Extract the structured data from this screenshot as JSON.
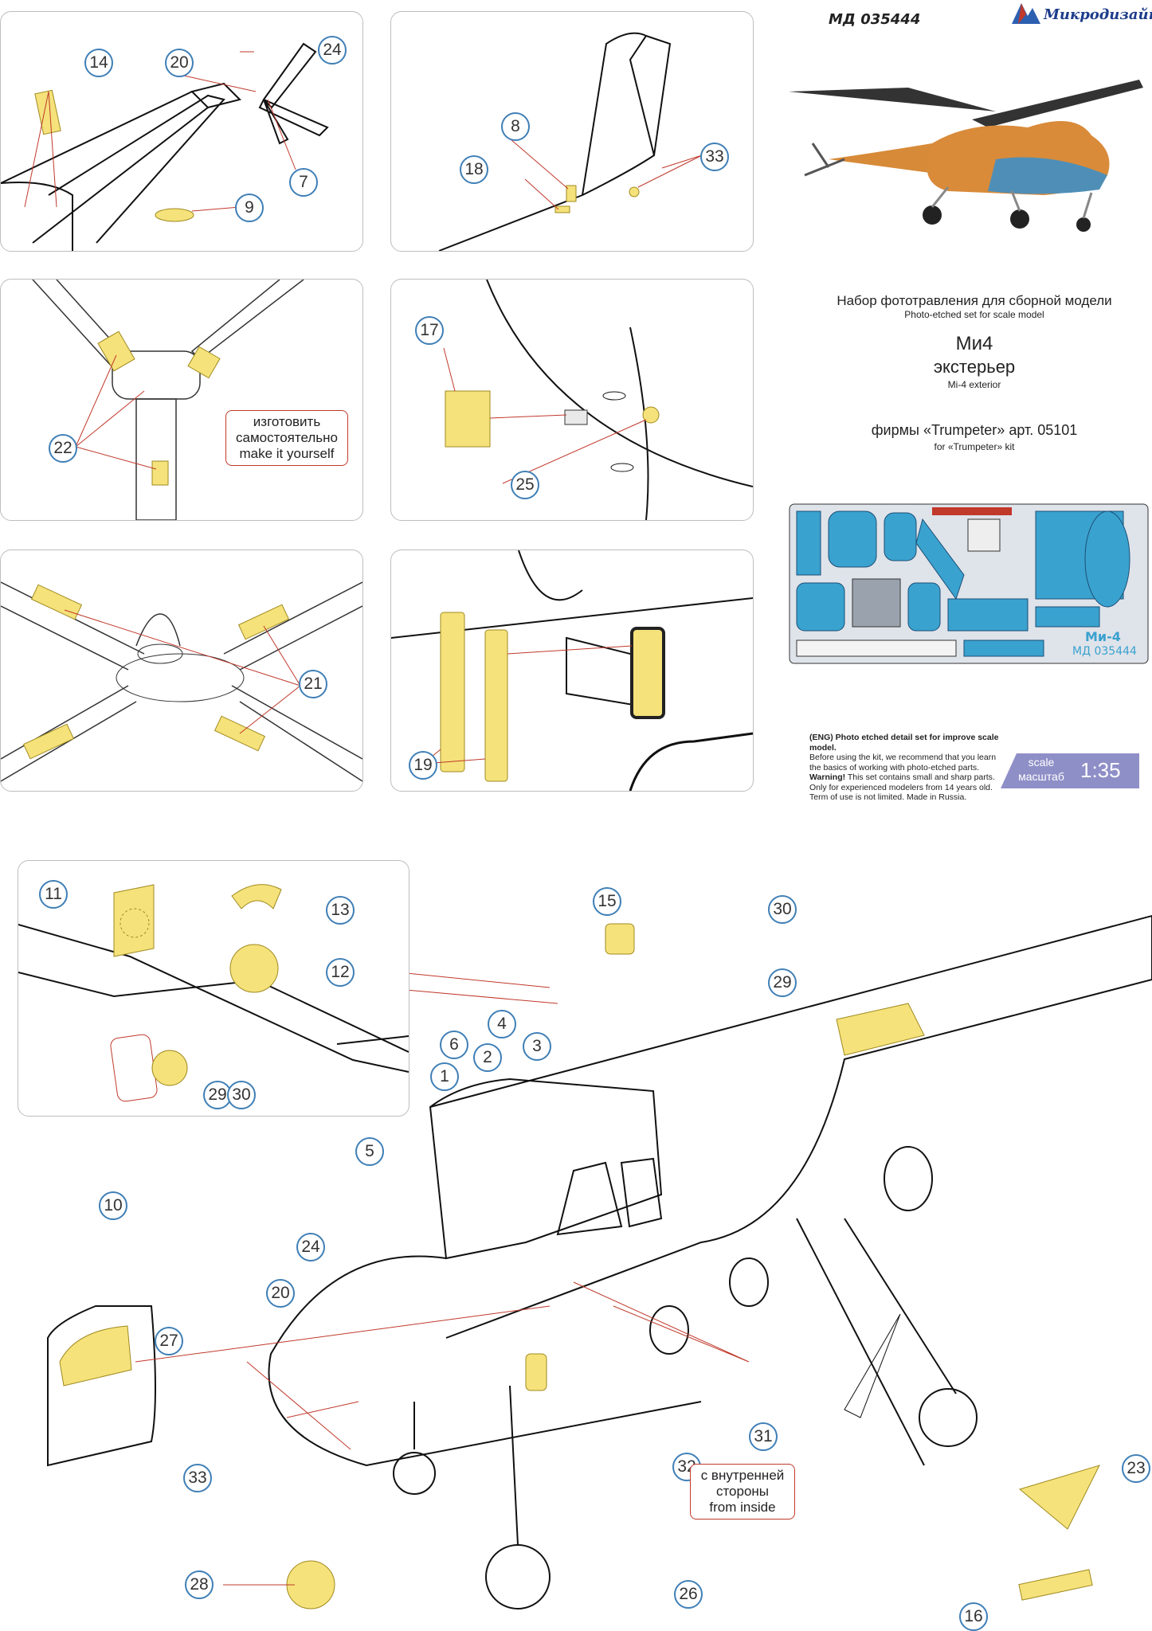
{
  "header": {
    "code": "МД 035444",
    "brand": "Микродизайн",
    "title_ru": "Набор фототравления для сборной модели",
    "title_en": "Photo-etched set for scale model",
    "model": "Ми4",
    "subtitle_ru": "экстерьер",
    "subtitle_en": "Mi-4 exterior",
    "kit_ru": "фирмы «Trumpeter» арт. 05101",
    "kit_en": "for «Trumpeter» kit"
  },
  "fret": {
    "name": "Ми-4",
    "code": "МД 035444"
  },
  "fine_print": {
    "l1": "(ENG) Photo etched detail set for improve scale model.",
    "l2": "Before using the kit, we recommend that you learn",
    "l3": "the basics of working with photo-etched parts.",
    "l4_bold": "Warning!",
    "l4": " This set contains small and sharp parts.",
    "l5": "Only for experienced modelers from 14 years old.",
    "l6": "Term of use is not limited. Made in Russia."
  },
  "scale": {
    "label_en": "scale",
    "label_ru": "масштаб",
    "value": "1:35"
  },
  "notes": {
    "make_yourself": [
      "изготовить",
      "самостоятельно",
      "make it yourself"
    ],
    "from_inside": [
      "с внутренней",
      "стороны",
      "from inside"
    ]
  },
  "callouts": {
    "p1": [
      "14",
      "20",
      "24",
      "7",
      "9"
    ],
    "p2": [
      "8",
      "33",
      "18"
    ],
    "p3": [
      "22"
    ],
    "p4": [
      "17",
      "25"
    ],
    "p5": [
      "21"
    ],
    "p6": [
      "19"
    ],
    "inset": [
      "11",
      "13",
      "12",
      "29",
      "30"
    ],
    "main": [
      "15",
      "30",
      "29",
      "4",
      "6",
      "2",
      "3",
      "1",
      "5",
      "10",
      "24",
      "20",
      "27",
      "33",
      "31",
      "32",
      "23",
      "28",
      "26",
      "16"
    ]
  },
  "colors": {
    "callout_ring": "#3f7fb6",
    "pe_part": "#f5e27a",
    "leader": "#c0392b",
    "scale_band": "#8f8fc8",
    "fret_blue": "#3aa2cf"
  }
}
